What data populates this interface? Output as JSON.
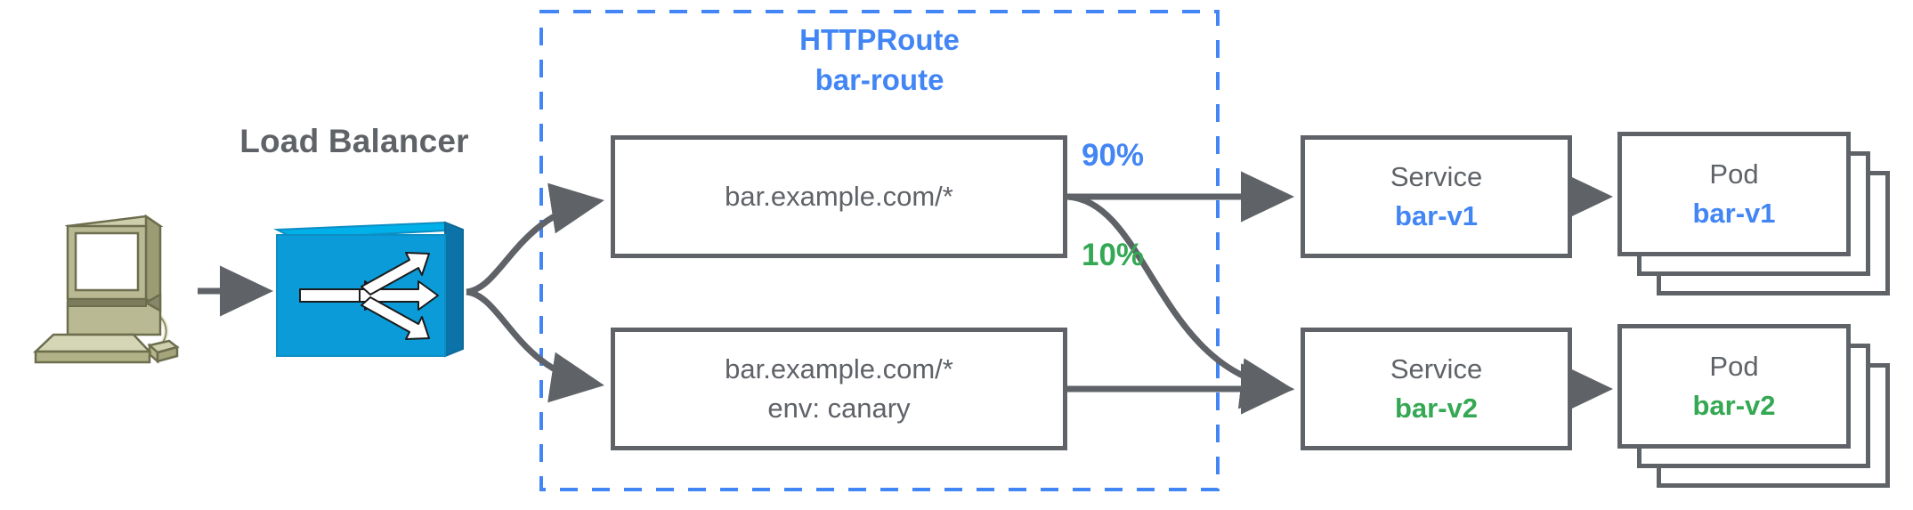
{
  "diagram": {
    "title": "HTTPRoute canary traffic splitting",
    "colors": {
      "blue": "#4285f4",
      "green": "#34a853",
      "gray": "#5f6368",
      "lb_blue": "#0b9bd8",
      "computer_khaki": "#b5b68a"
    },
    "client": {
      "icon": "computer-workstation-icon"
    },
    "load_balancer": {
      "label": "Load Balancer",
      "icon": "load-balancer-switch-icon"
    },
    "httproute": {
      "kind": "HTTPRoute",
      "name": "bar-route"
    },
    "matches": [
      {
        "id": "match-1",
        "lines": [
          "bar.example.com/*"
        ]
      },
      {
        "id": "match-2",
        "lines": [
          "bar.example.com/*",
          "env: canary"
        ]
      }
    ],
    "weights": [
      {
        "label": "90%",
        "color": "#4285f4",
        "target": "bar-v1"
      },
      {
        "label": "10%",
        "color": "#34a853",
        "target": "bar-v2"
      }
    ],
    "services": [
      {
        "kind": "Service",
        "name": "bar-v1",
        "color": "#4285f4"
      },
      {
        "kind": "Service",
        "name": "bar-v2",
        "color": "#34a853"
      }
    ],
    "pods": [
      {
        "kind": "Pod",
        "name": "bar-v1",
        "color": "#4285f4",
        "replicas": 3
      },
      {
        "kind": "Pod",
        "name": "bar-v2",
        "color": "#34a853",
        "replicas": 3
      }
    ]
  }
}
